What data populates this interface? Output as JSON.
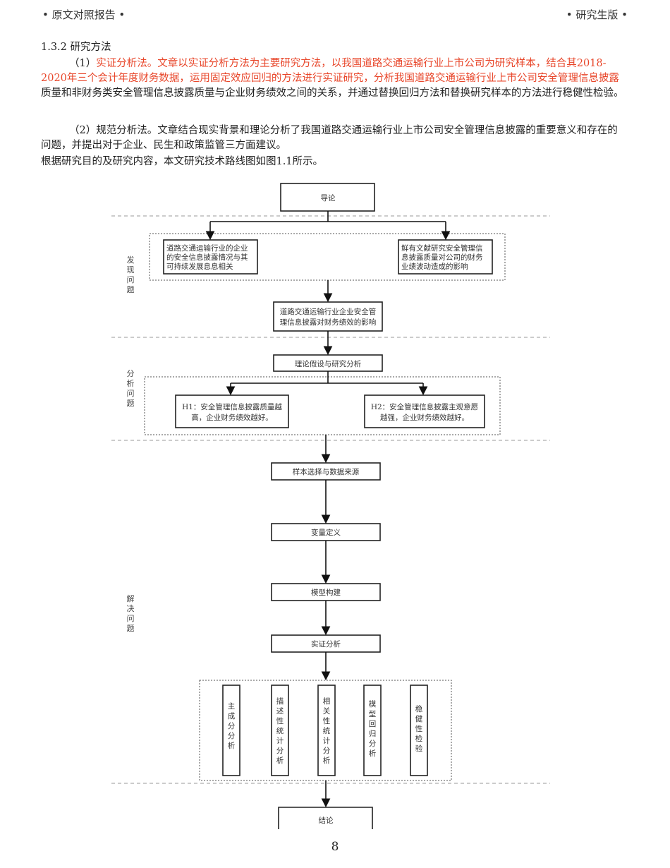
{
  "header": {
    "left": "• 原文对照报告 •",
    "right": "• 研究生版 •"
  },
  "section": {
    "title": "1.3.2 研究方法",
    "para1_prefix": "（1）",
    "para1_red": "实证分析法。文章以实证分析方法为主要研究方法，以我国道路交通运输行业上市公司为研究样本，结合其2018-2020年三个会计年度财务数据，运用固定效应回归的方法进行实证研究，分析我国道路交通运输行业上市公司安全管理信息披露",
    "para1_rest": "质量和非财务类安全管理信息披露质量与企业财务绩效之间的关系，并通过替换回归方法和替换研究样本的方法进行稳健性检验。",
    "para2": "（2）规范分析法。文章结合现实背景和理论分析了我国道路交通运输行业上市公司安全管理信息披露的重要意义和存在的问题，并提出对于企业、民生和政策监管三方面建议。",
    "para3": "根据研究目的及研究内容，本文研究技术路线图如图1.1所示。"
  },
  "flowchart": {
    "stage_labels": [
      "发现问题",
      "分析问题",
      "解决问题"
    ],
    "intro": "导论",
    "problem_left": [
      "道路交通运输行业的企业",
      "的安全信息披露情况与其",
      "可持续发展息息相关"
    ],
    "problem_right": [
      "鲜有文献研究安全管理信",
      "息披露质量对公司的财务",
      "业绩波动造成的影响"
    ],
    "research_question": [
      "道路交通运输行业企业安全管",
      "理信息披露对财务绩效的影响"
    ],
    "hypothesis_title": "理论假设与研究分析",
    "h1": [
      "H1：安全管理信息披露质量越",
      "高，企业财务绩效越好。"
    ],
    "h2": [
      "H2：安全管理信息披露主观意愿",
      "越强，企业财务绩效越好。"
    ],
    "sample": "样本选择与数据来源",
    "variables": "变量定义",
    "model": "模型构建",
    "empirical": "实证分析",
    "analyses": [
      "主成分分析",
      "描述性统计分析",
      "相关性统计分析",
      "模型回归分析",
      "稳健性检验"
    ],
    "conclusion": "结论"
  },
  "page_number": "8"
}
